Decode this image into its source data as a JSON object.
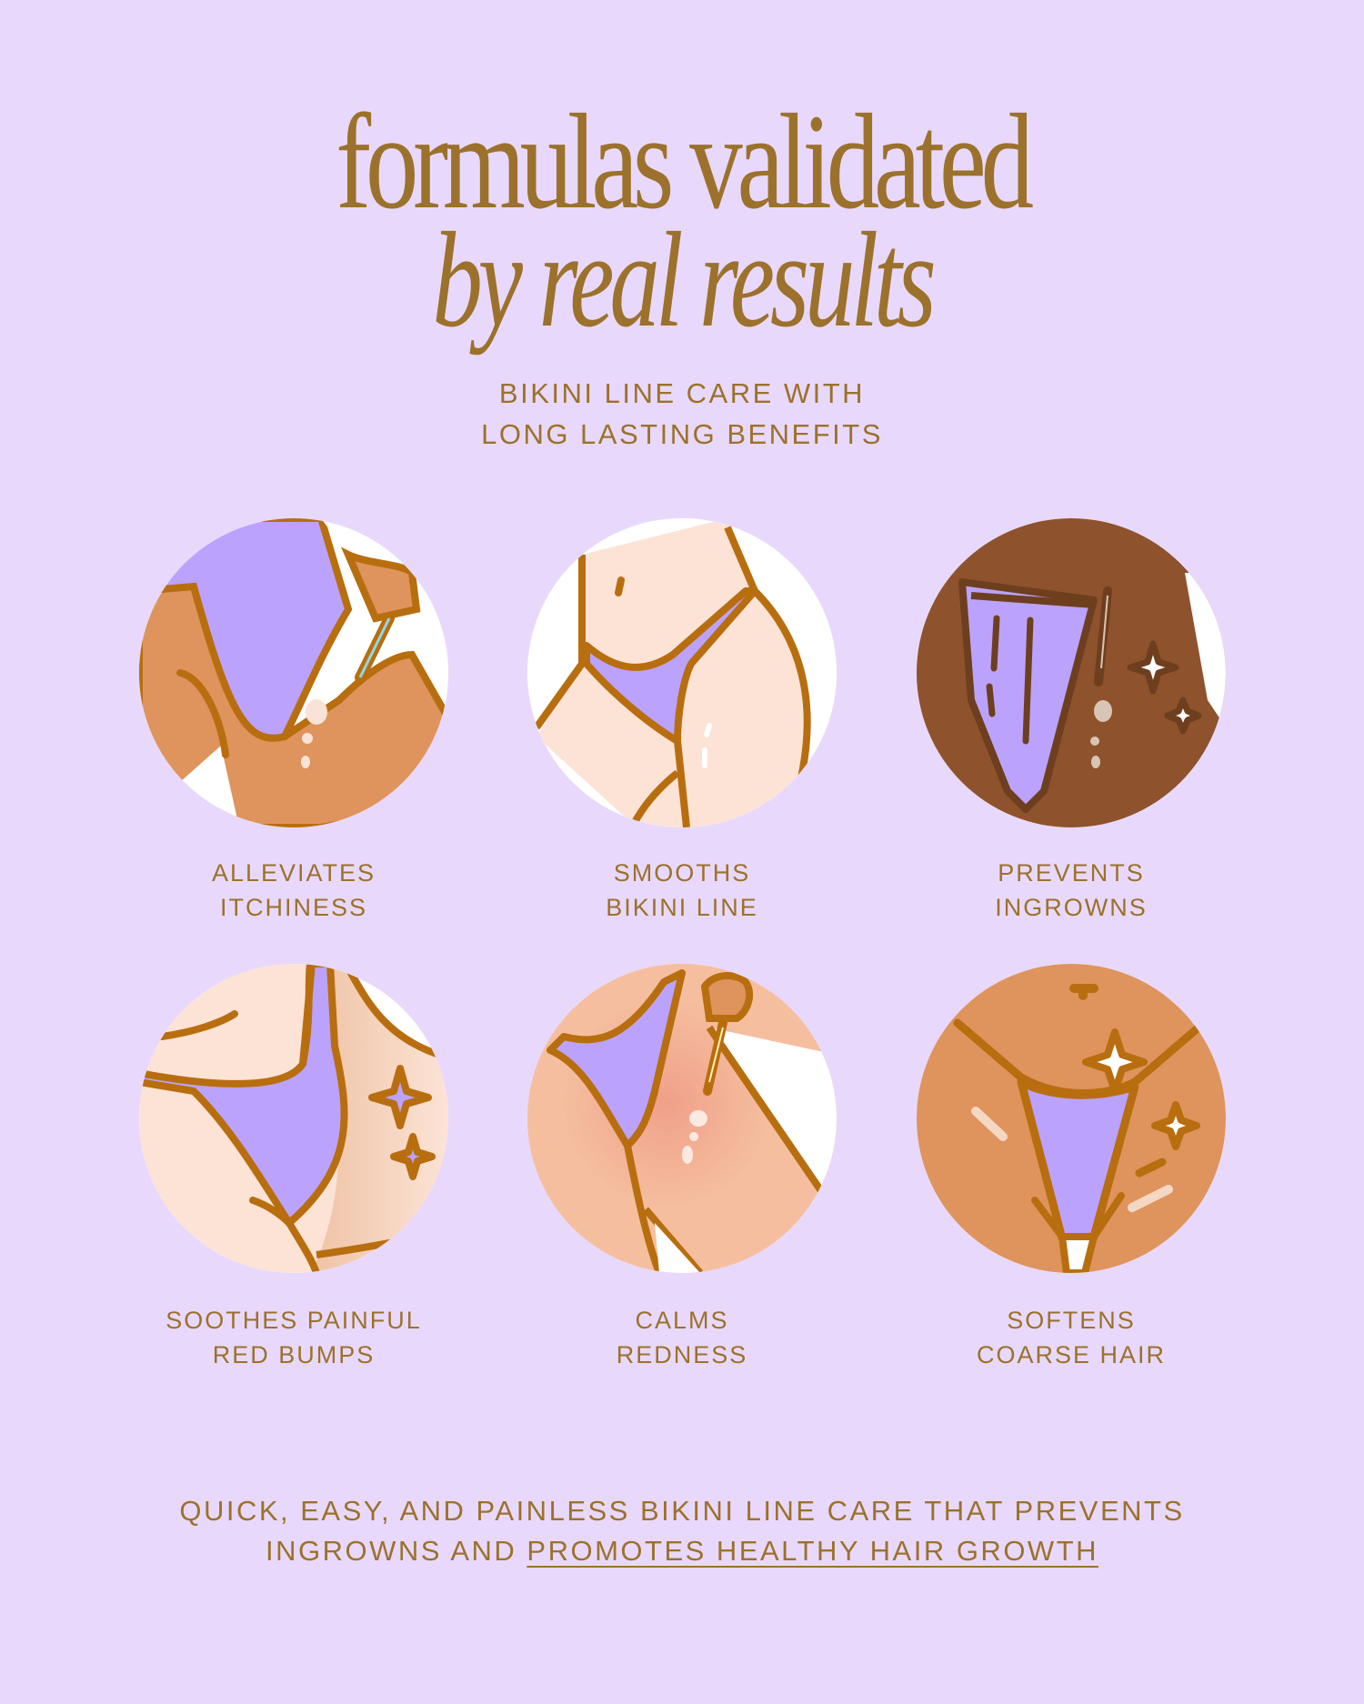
{
  "headline": {
    "line1": "formulas validated",
    "line2": "by real results"
  },
  "subheadline": {
    "line1": "BIKINI LINE CARE WITH",
    "line2": "LONG LASTING BENEFITS"
  },
  "benefits": [
    {
      "icon": "dropper-applying-serum-illustration",
      "line1": "ALLEVIATES",
      "line2": "ITCHINESS"
    },
    {
      "icon": "smooth-bikini-line-illustration",
      "line1": "SMOOTHS",
      "line2": "BIKINI LINE"
    },
    {
      "icon": "ingrown-prevention-dropper-illustration",
      "line1": "PREVENTS",
      "line2": "INGROWNS"
    },
    {
      "icon": "sparkling-skin-illustration",
      "line1": "SOOTHES PAINFUL",
      "line2": "RED BUMPS"
    },
    {
      "icon": "redness-calming-dropper-illustration",
      "line1": "CALMS",
      "line2": "REDNESS"
    },
    {
      "icon": "soft-hair-sparkle-illustration",
      "line1": "SOFTENS",
      "line2": "COARSE HAIR"
    }
  ],
  "footer": {
    "line1": "QUICK, EASY, AND PAINLESS BIKINI LINE CARE THAT PREVENTS",
    "line2_plain": "INGROWNS AND ",
    "line2_underlined": "PROMOTES HEALTHY HAIR GROWTH"
  },
  "colors": {
    "background": "#e8d9fc",
    "text_gold": "#9c712c",
    "outline_brown": "#b86e0f",
    "garment_purple": "#bba3fd",
    "skin_tan": "#de945c",
    "skin_light": "#fce3d6",
    "skin_peach": "#f5bf9f",
    "skin_dark": "#8e522d"
  }
}
